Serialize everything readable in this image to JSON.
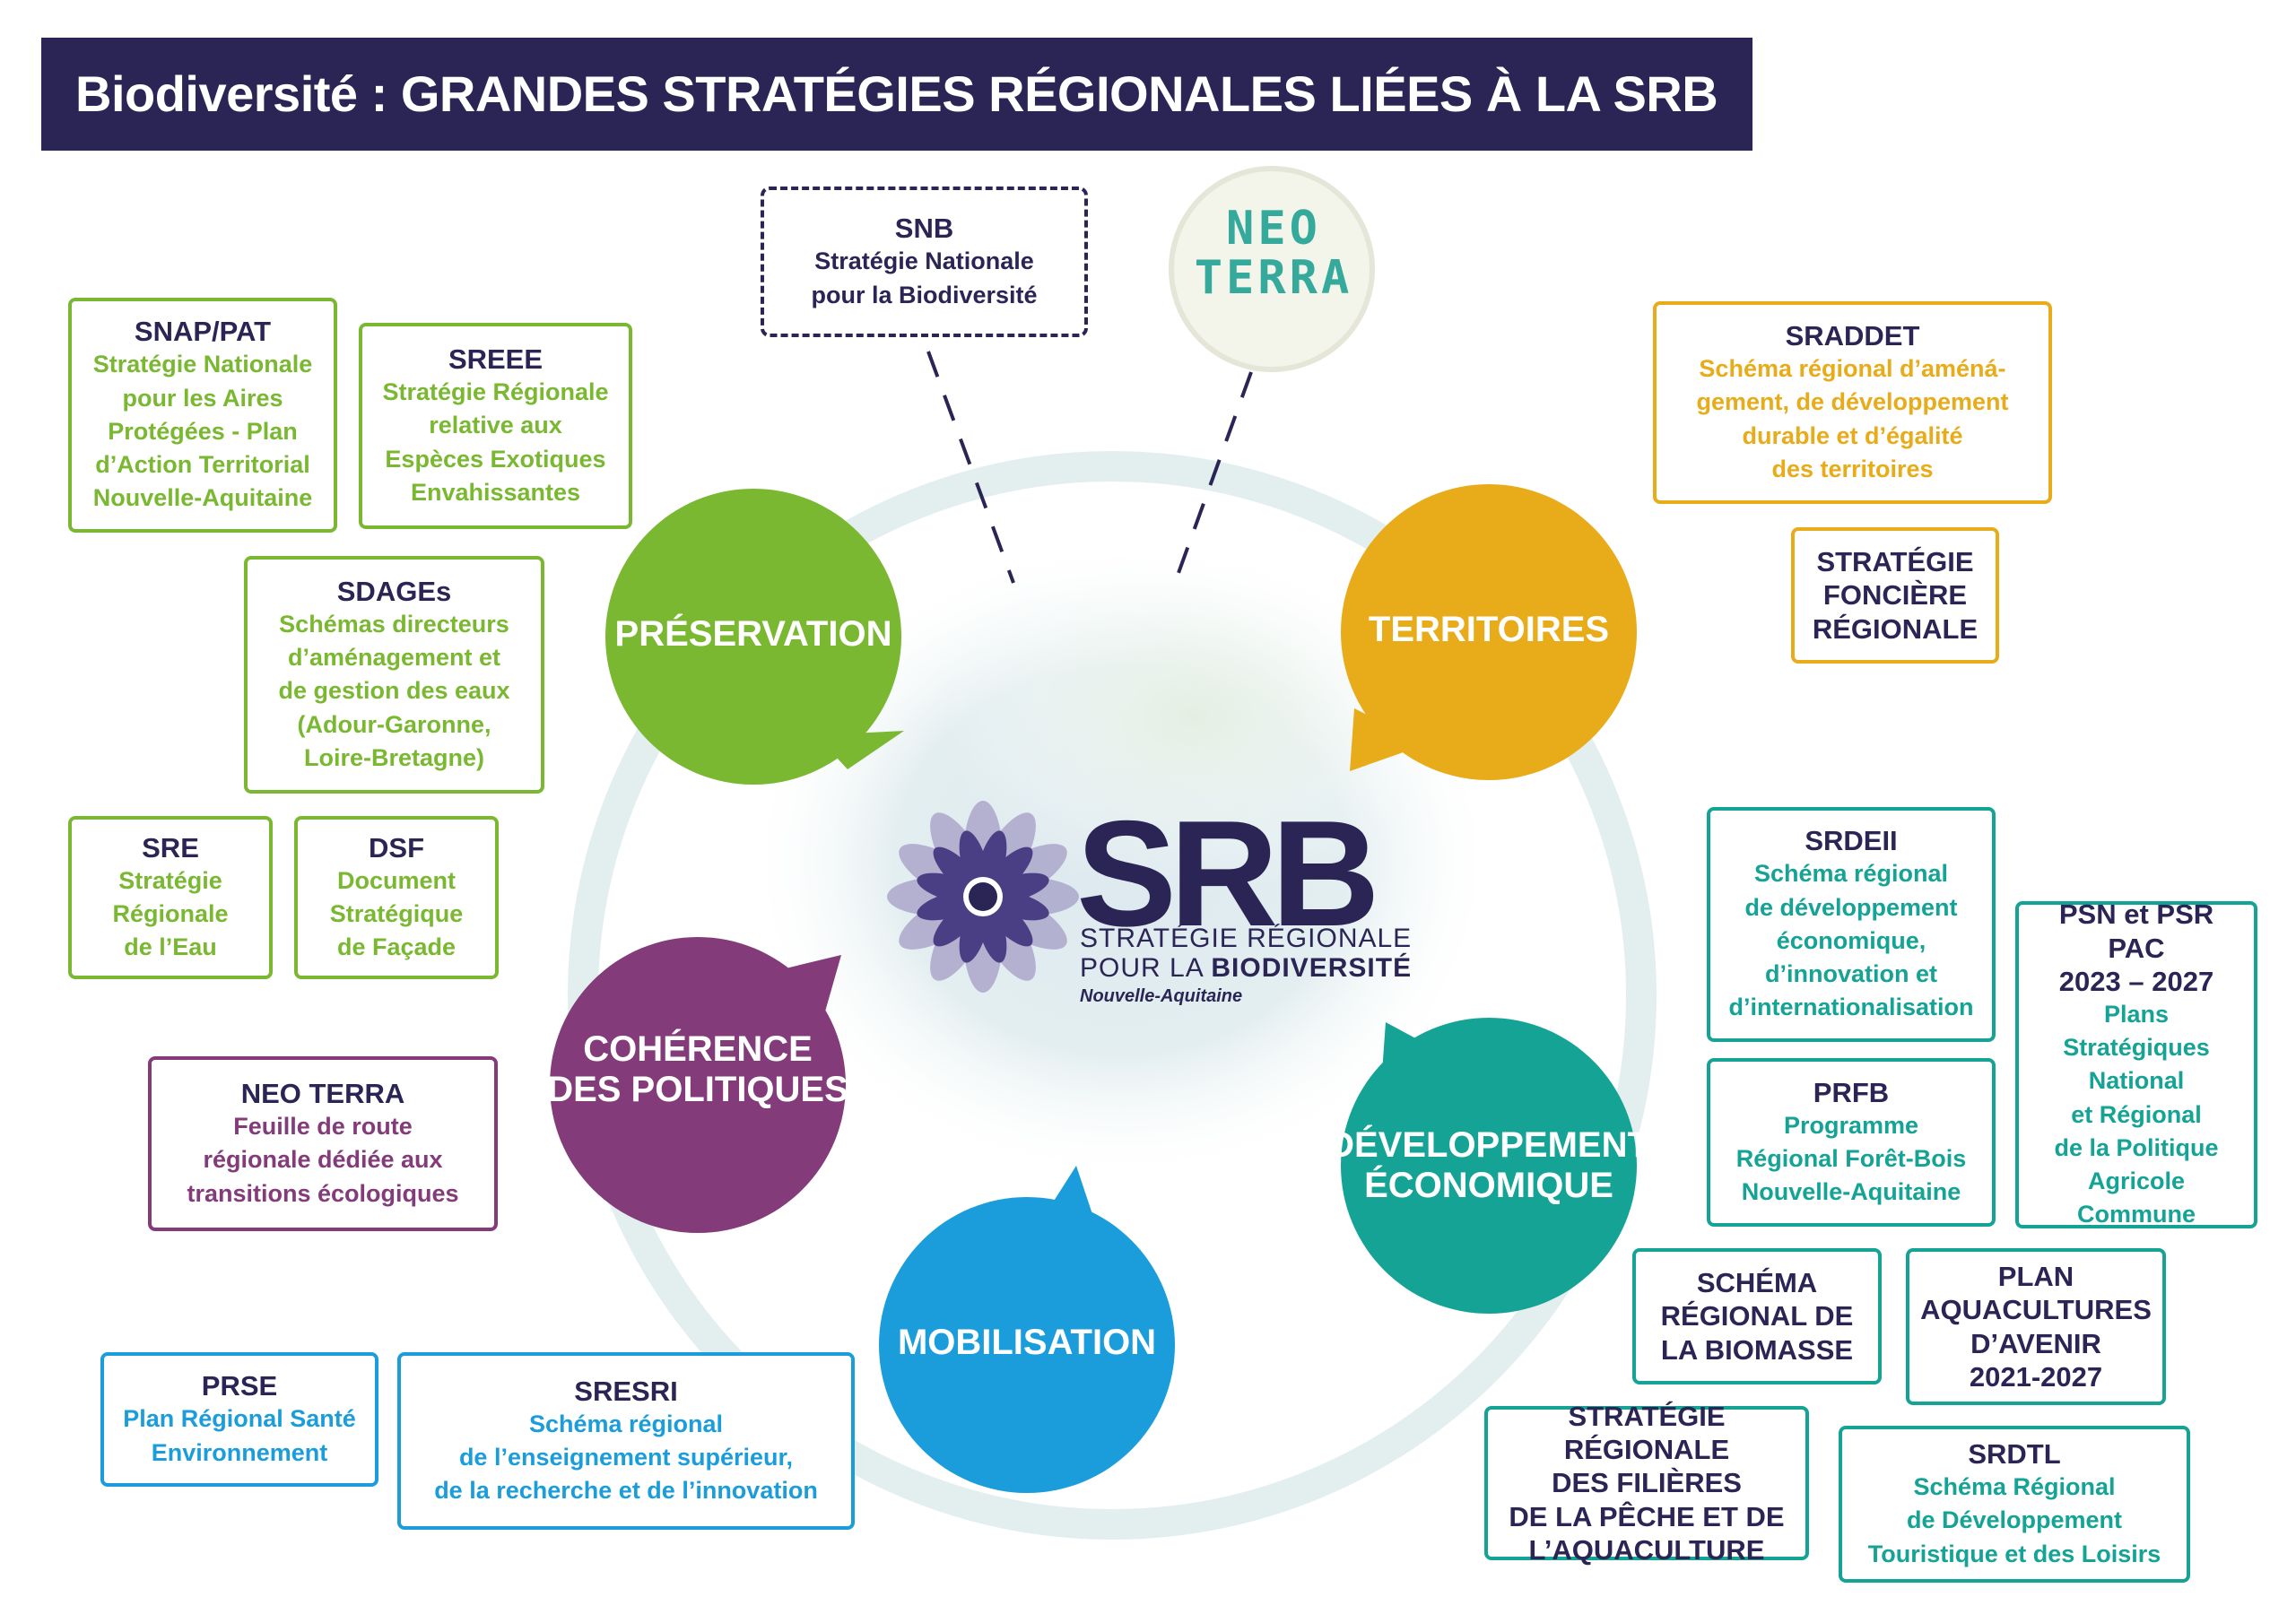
{
  "title": "Biodiversité : GRANDES STRATÉGIES RÉGIONALES LIÉES À LA SRB",
  "colors": {
    "navy": "#2b2556",
    "green": "#7ab832",
    "orange": "#e8ab1a",
    "purple": "#833b7a",
    "blue": "#1b9ddb",
    "teal": "#14a394"
  },
  "center": {
    "acronym": "SRB",
    "line1": "STRATÉGIE RÉGIONALE",
    "line2_prefix": "POUR LA ",
    "line2_bold": "BIODIVERSITÉ",
    "region": "Nouvelle-Aquitaine"
  },
  "neo_terra_logo": "NEO\nTERRA",
  "bubbles": {
    "preservation": "PRÉSERVATION",
    "territoires": "TERRITOIRES",
    "coherence": "COHÉRENCE\nDES POLITIQUES",
    "developpement": "DÉVELOPPEMENT\nÉCONOMIQUE",
    "mobilisation": "MOBILISATION"
  },
  "boxes": {
    "snb": {
      "title": "SNB",
      "desc": "Stratégie Nationale\npour la Biodiversité"
    },
    "snap": {
      "title": "SNAP/PAT",
      "desc": "Stratégie Nationale\npour les Aires\nProtégées - Plan\nd’Action Territorial\nNouvelle-Aquitaine"
    },
    "sreee": {
      "title": "SREEE",
      "desc": "Stratégie Régionale\nrelative aux\nEspèces Exotiques\nEnvahissantes"
    },
    "sdages": {
      "title": "SDAGEs",
      "desc": "Schémas directeurs\nd’aménagement et\nde gestion des eaux\n(Adour-Garonne,\nLoire-Bretagne)"
    },
    "sre": {
      "title": "SRE",
      "desc": "Stratégie\nRégionale\nde l’Eau"
    },
    "dsf": {
      "title": "DSF",
      "desc": "Document\nStratégique\nde Façade"
    },
    "neoterra": {
      "title": "NEO TERRA",
      "desc": "Feuille de route\nrégionale dédiée aux\ntransitions écologiques"
    },
    "prse": {
      "title": "PRSE",
      "desc": "Plan Régional Santé\nEnvironnement"
    },
    "sresri": {
      "title": "SRESRI",
      "desc": "Schéma régional\nde l’enseignement supérieur,\nde la recherche et de l’innovation"
    },
    "sraddet": {
      "title": "SRADDET",
      "desc": "Schéma régional d’améná-\ngement, de développement\ndurable et d’égalité\ndes territoires"
    },
    "fonciere": {
      "title": "STRATÉGIE\nFONCIÈRE\nRÉGIONALE"
    },
    "srdeii": {
      "title": "SRDEII",
      "desc": "Schéma régional\nde développement\néconomique,\nd’innovation et\nd’internationalisation"
    },
    "psn": {
      "title": "PSN et PSR\nPAC\n2023 – 2027",
      "desc": "Plans Stratégiques\nNational\net Régional\nde la Politique\nAgricole\nCommune"
    },
    "prfb": {
      "title": "PRFB",
      "desc": "Programme\nRégional Forêt-Bois\nNouvelle-Aquitaine"
    },
    "biomasse": {
      "title": "SCHÉMA\nRÉGIONAL DE\nLA BIOMASSE"
    },
    "aquaculture": {
      "title": "PLAN\nAQUACULTURES\nD’AVENIR\n2021-2027"
    },
    "peche": {
      "title": "STRATÉGIE RÉGIONALE\nDES FILIÈRES\nDE LA PÊCHE ET DE\nL’AQUACULTURE"
    },
    "srdtl": {
      "title": "SRDTL",
      "desc": "Schéma Régional\nde Développement\nTouristique et des Loisirs"
    }
  }
}
